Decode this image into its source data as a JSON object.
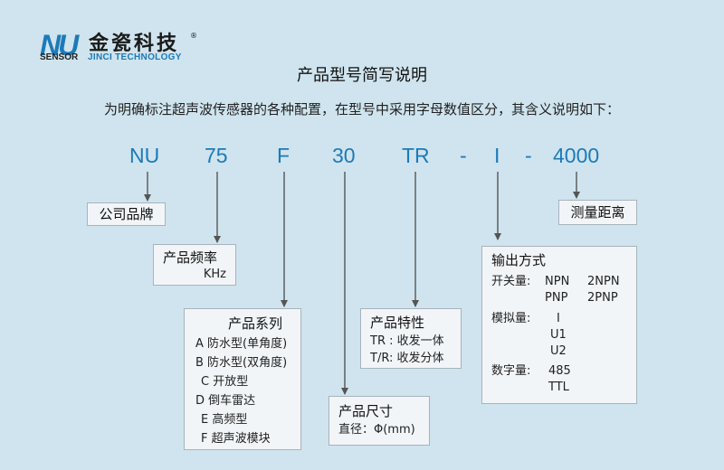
{
  "logo": {
    "nu": "NU",
    "cn": "金瓷科技",
    "reg": "®",
    "sensor": "SENSOR",
    "en": "JINCI TECHNOLOGY"
  },
  "title": "产品型号简写说明",
  "intro": "为明确标注超声波传感器的各种配置，在型号中采用字母数值区分，其含义说明如下：",
  "code": {
    "nu": "NU",
    "freq": "75",
    "series": "F",
    "size": "30",
    "feature": "TR",
    "dash1": "-",
    "output": "I",
    "dash2": "-",
    "range": "4000"
  },
  "boxes": {
    "company": {
      "title": "公司品牌"
    },
    "range": {
      "title": "测量距离"
    },
    "frequency": {
      "title": "产品频率",
      "unit": "KHz"
    },
    "series": {
      "title": "产品系列",
      "items": [
        "A 防水型(单角度)",
        "B 防水型(双角度)",
        "C 开放型",
        "D 倒车雷达",
        "E 高频型",
        "F 超声波模块"
      ]
    },
    "feature": {
      "title": "产品特性",
      "items": [
        "TR : 收发一体",
        "T/R: 收发分体"
      ]
    },
    "size": {
      "title": "产品尺寸",
      "detail": "直径：Φ(mm)"
    },
    "output": {
      "title": "输出方式",
      "switch_label": "开关量:",
      "switch_col1": [
        "NPN",
        "PNP"
      ],
      "switch_col2": [
        "2NPN",
        "2PNP"
      ],
      "analog_label": "模拟量:",
      "analog_values": [
        "I",
        "U1",
        "U2"
      ],
      "digital_label": "数字量:",
      "digital_values": [
        "485",
        "TTL"
      ]
    }
  },
  "colors": {
    "background": "#cfe4ee",
    "accent": "#1d7ab8",
    "box_fill": "#f2f5f8",
    "box_border": "#a8b3bb",
    "line": "#555555"
  }
}
